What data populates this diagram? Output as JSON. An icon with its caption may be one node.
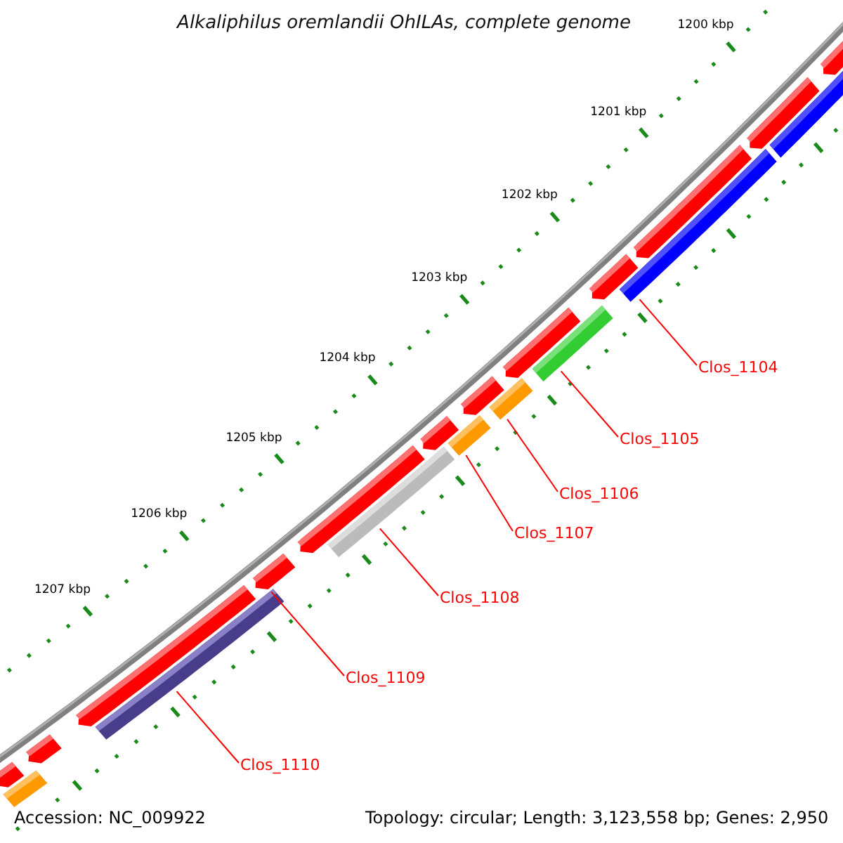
{
  "diagram": {
    "title": "Alkaliphilus oremlandii OhILAs, complete genome",
    "nodes": [
      {
        "text": [
          "Clos_1104"
        ]
      },
      {
        "text": [
          "Clos_1105"
        ]
      },
      {
        "text": [
          "Clos_1106"
        ]
      },
      {
        "text": [
          "Clos_1107"
        ]
      },
      {
        "text": [
          "Clos_1108"
        ]
      },
      {
        "text": [
          "Clos_1109"
        ]
      },
      {
        "text": [
          "Clos_1110"
        ]
      },
      {
        "text": [],
        "shape": "arrow"
      },
      {
        "text": [],
        "shape": "bar"
      },
      {
        "text": [],
        "shape": "arrow"
      },
      {
        "text": [],
        "shape": "arrow"
      },
      {
        "text": [],
        "shape": "bar"
      },
      {
        "text": [],
        "shape": "arrow"
      },
      {
        "text": [],
        "shape": "bar"
      },
      {
        "text": [],
        "shape": "arrow"
      },
      {
        "text": [],
        "shape": "bar"
      },
      {
        "text": [],
        "shape": "arrow"
      },
      {
        "text": [],
        "shape": "bar"
      },
      {
        "text": [],
        "shape": "arrow"
      },
      {
        "text": [],
        "shape": "bar"
      },
      {
        "text": [],
        "shape": "arrow"
      },
      {
        "text": [],
        "shape": "arrow"
      },
      {
        "text": [],
        "shape": "bar"
      },
      {
        "text": [],
        "shape": "arrow"
      },
      {
        "text": [],
        "shape": "arrow"
      },
      {
        "text": [],
        "shape": "arrow"
      },
      {
        "text": [],
        "shape": "bar"
      }
    ],
    "edges": [
      {
        "from": 0,
        "to": 11,
        "arrow": "none"
      },
      {
        "from": 1,
        "to": 13,
        "arrow": "none"
      },
      {
        "from": 2,
        "to": 15,
        "arrow": "none"
      },
      {
        "from": 3,
        "to": 17,
        "arrow": "none"
      },
      {
        "from": 4,
        "to": 19,
        "arrow": "none"
      },
      {
        "from": 5,
        "to": 21,
        "arrow": "none"
      },
      {
        "from": 6,
        "to": 22,
        "arrow": "none"
      }
    ],
    "labels": [
      "1200 kbp",
      "1201 kbp",
      "1202 kbp",
      "1203 kbp",
      "1204 kbp",
      "1205 kbp",
      "1206 kbp",
      "1207 kbp",
      "Accession: NC_009922",
      "Topology: circular; Length: 3,123,558 bp; Genes: 2,950"
    ]
  }
}
